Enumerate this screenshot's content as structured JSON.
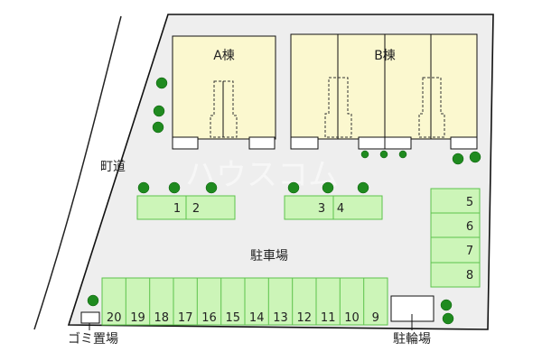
{
  "buildings": {
    "a": {
      "label": "A棟"
    },
    "b": {
      "label": "B棟"
    }
  },
  "road_label": "町道",
  "parking_label": "駐車場",
  "garbage_label": "ゴミ置場",
  "bicycle_label": "駐輪場",
  "watermark": "ハウスコム",
  "parking_spaces": {
    "top_left": [
      "1",
      "2"
    ],
    "top_mid": [
      "3",
      "4"
    ],
    "right": [
      "5",
      "6",
      "7",
      "8"
    ],
    "bottom": [
      "20",
      "19",
      "18",
      "17",
      "16",
      "15",
      "14",
      "13",
      "12",
      "11",
      "10",
      "9"
    ]
  },
  "colors": {
    "site": "#eeeeee",
    "building": "#fbf8cf",
    "parking": "#ccf5b8",
    "parking_border": "#5cc24b",
    "tree": "#1f8a1f",
    "outline": "#111111"
  }
}
